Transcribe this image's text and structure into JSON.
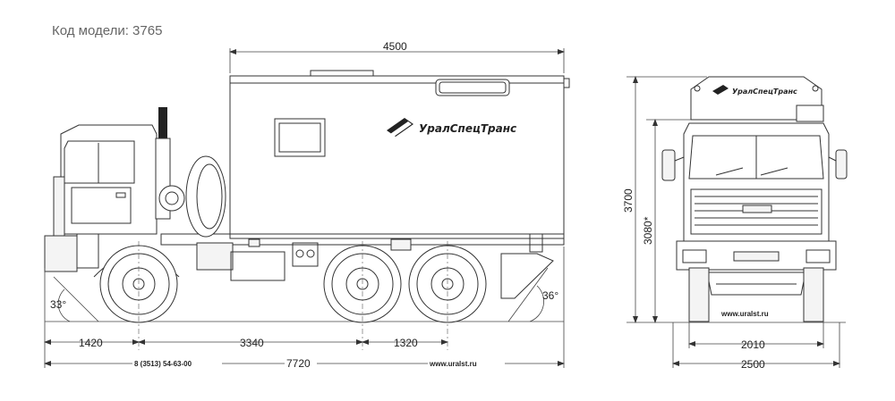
{
  "title": "Код модели: 3765",
  "brand": "УралСпецТранс",
  "website": "www.uralst.ru",
  "phone": "8 (3513) 54-63-00",
  "dimensions": {
    "body_length": "4500",
    "front_overhang": "1420",
    "wheelbase": "3340",
    "rear_bogie": "1320",
    "total_length": "7720",
    "total_height": "3700",
    "body_height": "3080*",
    "track_width": "2010",
    "total_width": "2500",
    "approach_angle": "33°",
    "departure_angle": "36°"
  }
}
